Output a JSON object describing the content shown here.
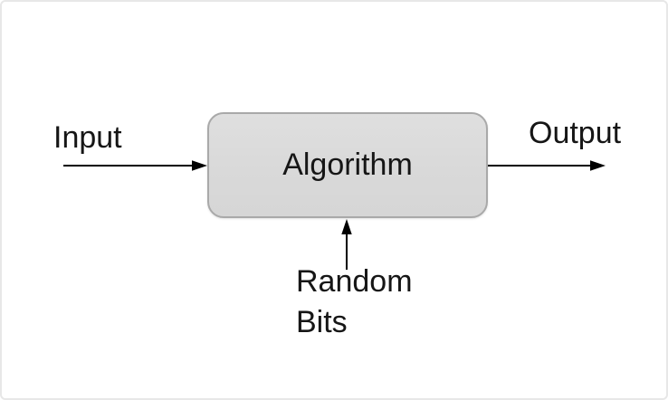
{
  "diagram": {
    "node": {
      "label": "Algorithm"
    },
    "labels": {
      "input": "Input",
      "output": "Output",
      "random": [
        "Random",
        "Bits"
      ]
    },
    "colors": {
      "box_fill": "#d9d9d9",
      "box_border": "#a9a9a9",
      "arrow": "#000000",
      "text": "#161616",
      "canvas_background": "#ffffff",
      "canvas_border": "#e7e7e7"
    }
  }
}
